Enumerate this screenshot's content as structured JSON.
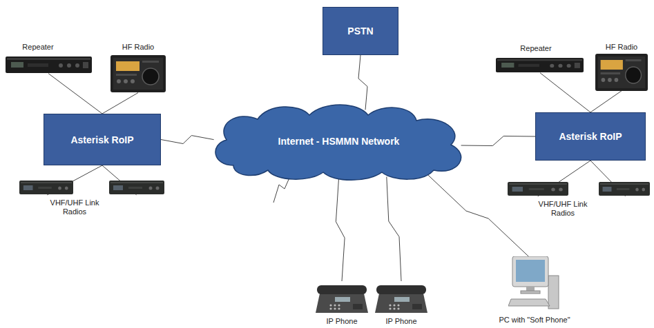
{
  "diagram": {
    "nodes": [
      {
        "text": [
          "Repeater"
        ]
      },
      {
        "text": [
          "HF Radio"
        ]
      },
      {
        "text": [
          "PSTN"
        ]
      },
      {
        "text": [
          "Repeater"
        ]
      },
      {
        "text": [
          "HF Radio"
        ]
      },
      {
        "text": [
          "Asterisk RoIP"
        ]
      },
      {
        "text": [
          "Internet - HSMMN Network"
        ]
      },
      {
        "text": [
          "Asterisk RoIP"
        ]
      },
      {
        "text": [
          "VHF/UHF Link Radios"
        ]
      },
      {
        "text": [
          "VHF/UHF Link Radios"
        ]
      },
      {
        "text": [
          "IP Phone"
        ]
      },
      {
        "text": [
          "IP Phone"
        ]
      },
      {
        "text": [
          "PC with \"Soft Phone\""
        ]
      }
    ],
    "edges": [
      {
        "from": 5,
        "to": 0,
        "arrow": "none"
      },
      {
        "from": 5,
        "to": 1,
        "arrow": "none"
      },
      {
        "from": 5,
        "to": 8,
        "arrow": "none"
      },
      {
        "from": 5,
        "to": 8,
        "arrow": "none"
      },
      {
        "from": 5,
        "to": 6,
        "arrow": "none"
      },
      {
        "from": 6,
        "to": 2,
        "arrow": "none"
      },
      {
        "from": 6,
        "to": 7,
        "arrow": "none"
      },
      {
        "from": 7,
        "to": 3,
        "arrow": "none"
      },
      {
        "from": 7,
        "to": 4,
        "arrow": "none"
      },
      {
        "from": 7,
        "to": 9,
        "arrow": "none"
      },
      {
        "from": 7,
        "to": 9,
        "arrow": "none"
      },
      {
        "from": 6,
        "to": 10,
        "arrow": "none"
      },
      {
        "from": 6,
        "to": 11,
        "arrow": "none"
      },
      {
        "from": 6,
        "to": 12,
        "arrow": "none"
      }
    ]
  }
}
